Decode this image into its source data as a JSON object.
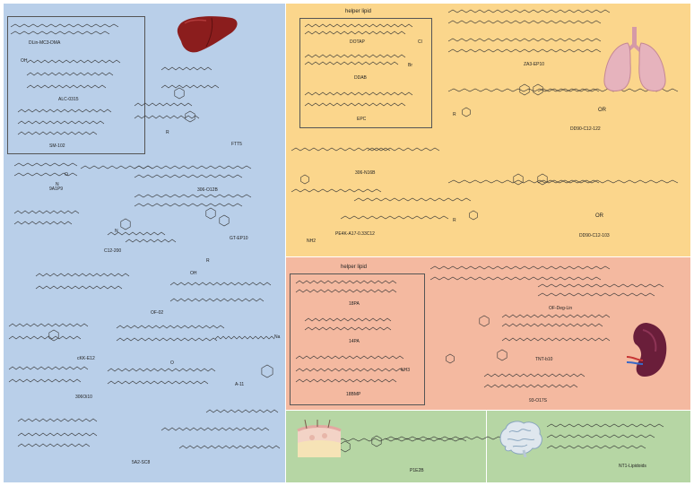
{
  "colors": {
    "liver_panel": "#b9cfe9",
    "lung_panel": "#fbd68c",
    "spleen_panel": "#f4b9a0",
    "skin_panel": "#b6d6a4",
    "brain_panel": "#b6d6a4",
    "liver_organ": "#8b1d1d",
    "lung_organ": "#e6b3bd",
    "spleen_organ": "#6a1e3a",
    "brain_organ": "#dfe7ee",
    "bond": "#333333"
  },
  "helper_lipid_lung": "helper lipid",
  "helper_lipid_spleen": "helper lipid",
  "liver": {
    "labels": [
      "DLin-MC3-DMA",
      "ALC-0315",
      "SM-102",
      "FTT5",
      "9A1P9",
      "306-O12B",
      "C12-200",
      "GT-EP10",
      "OF-02",
      "cKK-E12",
      "A-11",
      "306Oi10",
      "5A2-SC8"
    ],
    "icons": [
      "liver-icon"
    ]
  },
  "lung": {
    "labels": [
      "DOTAP",
      "DDAB",
      "EPC",
      "ZA3-EP10",
      "DD90-C12-122",
      "306-N16B",
      "PE4K-A17-0.33C12",
      "DD90-C12-103"
    ],
    "or1": "OR",
    "or2": "OR",
    "icons": [
      "lung-icon"
    ]
  },
  "spleen": {
    "labels": [
      "18PA",
      "14PA",
      "18BMP",
      "OF-Deg-Lin",
      "TNT-b10",
      "93-O17S"
    ],
    "icons": [
      "spleen-icon"
    ]
  },
  "skin": {
    "labels": [
      "P1E2B"
    ],
    "icons": [
      "skin-icon"
    ]
  },
  "brain": {
    "labels": [
      "NT1-Lipidoids"
    ],
    "icons": [
      "brain-icon"
    ]
  },
  "atoms": [
    "R",
    "R",
    "R",
    "R",
    "N",
    "N",
    "O",
    "OH",
    "NH2",
    "OH",
    "O",
    "Br",
    "Cl",
    "Na",
    "NH3"
  ]
}
